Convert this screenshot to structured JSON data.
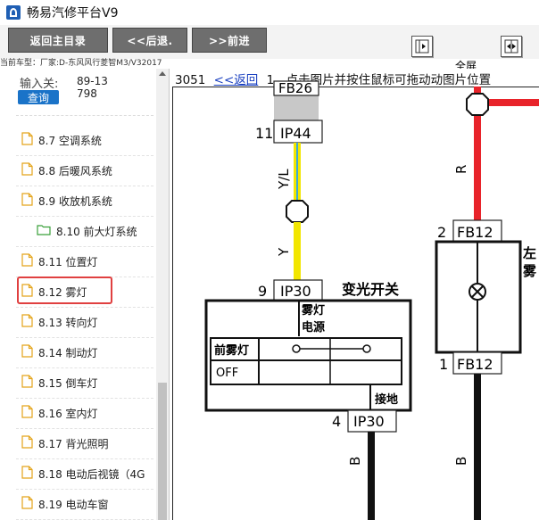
{
  "window": {
    "title": "畅易汽修平台V9",
    "icon": "app-logo-icon"
  },
  "toolbar": {
    "buttons": [
      {
        "label": "返回主目录"
      },
      {
        "label": "<<后退."
      },
      {
        "label": ">>前进"
      }
    ],
    "fullscreen_label": "全屏菜单",
    "icons": [
      "panel-expand-icon",
      "panel-collapse-icon"
    ]
  },
  "car_model": "当前车型：厂家:D-东风风行菱智M3/V32017",
  "sidebar": {
    "query_label": "输入关:",
    "query_number": "89-13798",
    "query_button": "查询",
    "items": [
      {
        "label": "8.7 空调系统",
        "icon": "file-icon",
        "selected": false
      },
      {
        "label": "8.8 后暖风系统",
        "icon": "file-icon",
        "selected": false
      },
      {
        "label": "8.9 收放机系统",
        "icon": "file-icon",
        "selected": false
      },
      {
        "label": "8.10 前大灯系统",
        "icon": "folder-icon",
        "selected": false
      },
      {
        "label": "8.11 位置灯",
        "icon": "file-icon",
        "selected": false
      },
      {
        "label": "8.12 雾灯",
        "icon": "file-icon",
        "selected": true
      },
      {
        "label": "8.13 转向灯",
        "icon": "file-icon",
        "selected": false
      },
      {
        "label": "8.14 制动灯",
        "icon": "file-icon",
        "selected": false
      },
      {
        "label": "8.15 倒车灯",
        "icon": "file-icon",
        "selected": false
      },
      {
        "label": "8.16 室内灯",
        "icon": "file-icon",
        "selected": false
      },
      {
        "label": "8.17 背光照明",
        "icon": "file-icon",
        "selected": false
      },
      {
        "label": "8.18 电动后视镜（4G",
        "icon": "file-icon",
        "selected": false
      },
      {
        "label": "8.19 电动车窗",
        "icon": "file-icon",
        "selected": false
      }
    ]
  },
  "main": {
    "page_number": "3051",
    "back_link": "<<返回",
    "instruction": "1、点击图片并按住鼠标可拖动动图片位置"
  },
  "diagram": {
    "top_connector": "FB26",
    "pins": [
      {
        "pin": "11",
        "connector": "IP44"
      },
      {
        "pin": "9",
        "connector": "IP30"
      },
      {
        "pin": "4",
        "connector": "IP30"
      },
      {
        "pin": "2",
        "connector": "FB12"
      },
      {
        "pin": "1",
        "connector": "FB12"
      }
    ],
    "wire_colors": [
      "Y/L",
      "Y",
      "R",
      "B",
      "B"
    ],
    "switch_title": "变光开关",
    "fog_lamp_power": "雾灯电源",
    "front_fog": "前雾灯",
    "off": "OFF",
    "ground": "接地",
    "right_label": "左前雾",
    "colors": {
      "yellow": "#f2e600",
      "red": "#e8232a",
      "black": "#111111",
      "blue_green": "#3aa9d8"
    }
  }
}
